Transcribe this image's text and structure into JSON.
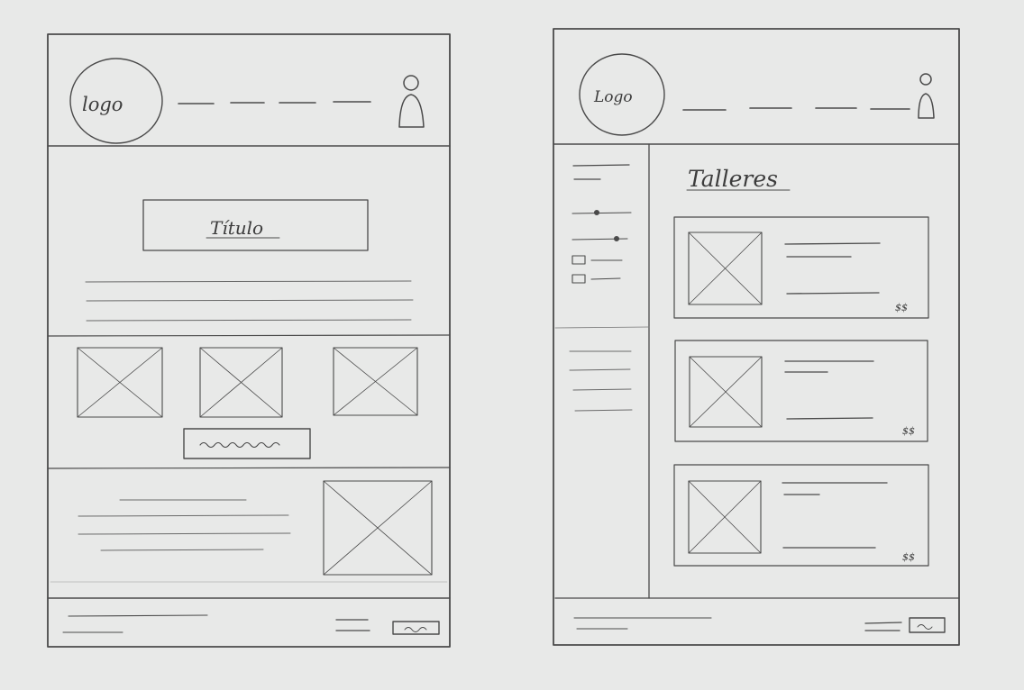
{
  "paper": {
    "background": "#e8e9e8",
    "ink": "#4a4a4a"
  },
  "sketch_left": {
    "header": {
      "logo_text": "logo",
      "nav_items": [
        "",
        "",
        "",
        ""
      ],
      "user_icon": "user-icon"
    },
    "hero": {
      "title_text": "Título",
      "paragraph_lines": 3
    },
    "gallery": {
      "image_placeholders": 3,
      "button_scribble": "button-scribble"
    },
    "feature": {
      "text_lines": 4,
      "image_placeholders": 1
    },
    "footer": {
      "text_lines": 2,
      "icon_names": [
        "menu-icon",
        "button-scribble"
      ]
    }
  },
  "sketch_right": {
    "header": {
      "logo_text": "Logo",
      "nav_items": [
        "",
        "",
        "",
        ""
      ],
      "user_icon": "user-icon"
    },
    "sidebar": {
      "filter_sliders": 2,
      "filter_checkboxes": 2,
      "link_lines": 4
    },
    "main": {
      "title": "Talleres",
      "cards": [
        {
          "price": "$$"
        },
        {
          "price": "$$"
        },
        {
          "price": "$$"
        }
      ]
    },
    "footer": {
      "text_lines": 2,
      "icon_names": [
        "menu-icon",
        "button-scribble"
      ]
    }
  }
}
